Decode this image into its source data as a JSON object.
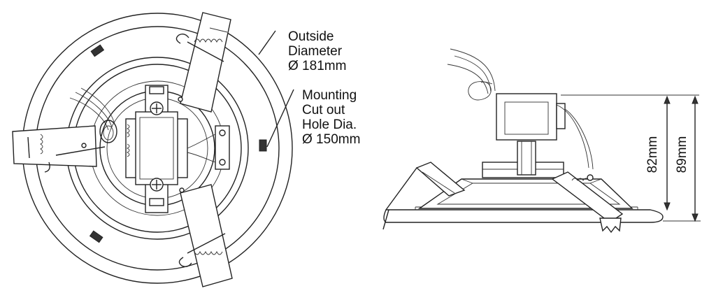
{
  "labels": {
    "outside_line1": "Outside",
    "outside_line2": "Diameter",
    "outside_line3": "Ø 181mm",
    "cutout_line1": "Mounting",
    "cutout_line2": "Cut out",
    "cutout_line3": "Hole Dia.",
    "cutout_line4": "Ø 150mm",
    "dim_inner": "82mm",
    "dim_outer": "89mm"
  }
}
